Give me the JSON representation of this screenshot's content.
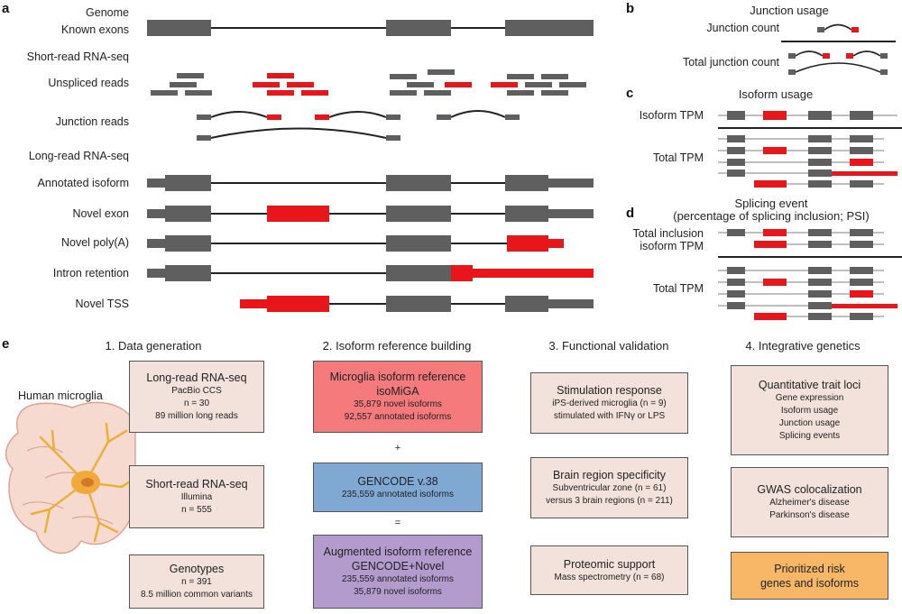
{
  "panel_labels": {
    "a": "a",
    "b": "b",
    "c": "c",
    "d": "d",
    "e": "e"
  },
  "panel_a": {
    "genome": "Genome",
    "known_exons": "Known exons",
    "short_read": "Short-read RNA-seq",
    "unspliced": "Unspliced reads",
    "junction_reads": "Junction reads",
    "long_read": "Long-read RNA-seq",
    "rows": [
      "Annotated isoform",
      "Novel exon",
      "Novel poly(A)",
      "Intron retention",
      "Novel TSS"
    ]
  },
  "panel_b": {
    "title": "Junction usage",
    "junction_count": "Junction count",
    "total_junction_count": "Total junction count"
  },
  "panel_c": {
    "title": "Isoform usage",
    "isoform_tpm": "Isoform TPM",
    "total_tpm": "Total TPM"
  },
  "panel_d": {
    "title1": "Splicing event",
    "title2": "(percentage of splicing inclusion; PSI)",
    "total_inclusion_1": "Total inclusion",
    "total_inclusion_2": "isoform TPM",
    "total_tpm": "Total TPM"
  },
  "panel_e": {
    "col1_header": "1. Data generation",
    "col2_header": "2. Isoform reference building",
    "col3_header": "3. Functional validation",
    "col4_header": "4. Integrative genetics",
    "human_microglia": "Human microglia",
    "long_read_box": {
      "title": "Long-read RNA-seq",
      "l1": "PacBio CCS",
      "l2": "n = 30",
      "l3": "89 million long reads"
    },
    "short_read_box": {
      "title": "Short-read RNA-seq",
      "l1": "Illumina",
      "l2": "n = 555"
    },
    "genotypes_box": {
      "title": "Genotypes",
      "l1": "n = 391",
      "l2": "8.5 million common variants"
    },
    "isomiga_box": {
      "title1": "Microglia isoform reference",
      "title2": "isoMiGA",
      "l1": "35,879 novel isoforms",
      "l2": "92,557 annotated isoforms"
    },
    "plus": "+",
    "gencode_box": {
      "title": "GENCODE v.38",
      "l1": "235,559 annotated isoforms"
    },
    "equals": "=",
    "augmented_box": {
      "title1": "Augmented isoform reference",
      "title2": "GENCODE+Novel",
      "l1": "235,559 annotated isoforms",
      "l2": "35,879 novel isoforms"
    },
    "stimulation_box": {
      "title": "Stimulation response",
      "l1": "iPS-derived microglia (n = 9)",
      "l2": "stimulated with IFNγ or LPS"
    },
    "brain_box": {
      "title": "Brain region specificity",
      "l1": "Subventricular zone (n = 61)",
      "l2": "versus 3 brain regions (n = 211)"
    },
    "proteomic_box": {
      "title": "Proteomic support",
      "l1": "Mass spectrometry (n = 68)"
    },
    "qtl_box": {
      "title": "Quantitative trait loci",
      "l1": "Gene expression",
      "l2": "Isoform usage",
      "l3": "Junction usage",
      "l4": "Splicing events"
    },
    "gwas_box": {
      "title": "GWAS colocalization",
      "l1": "Alzheimer's disease",
      "l2": "Parkinson's disease"
    },
    "prioritized_box": {
      "title1": "Prioritized risk",
      "title2": "genes and isoforms"
    }
  },
  "colors": {
    "gray_exon": "#5f5f5f",
    "red_exon": "#e8161b",
    "beige": "#f3e2db",
    "pink": "#f47a7c",
    "blue": "#7fa9d3",
    "purple": "#b49bcd",
    "orange": "#f7b766"
  }
}
